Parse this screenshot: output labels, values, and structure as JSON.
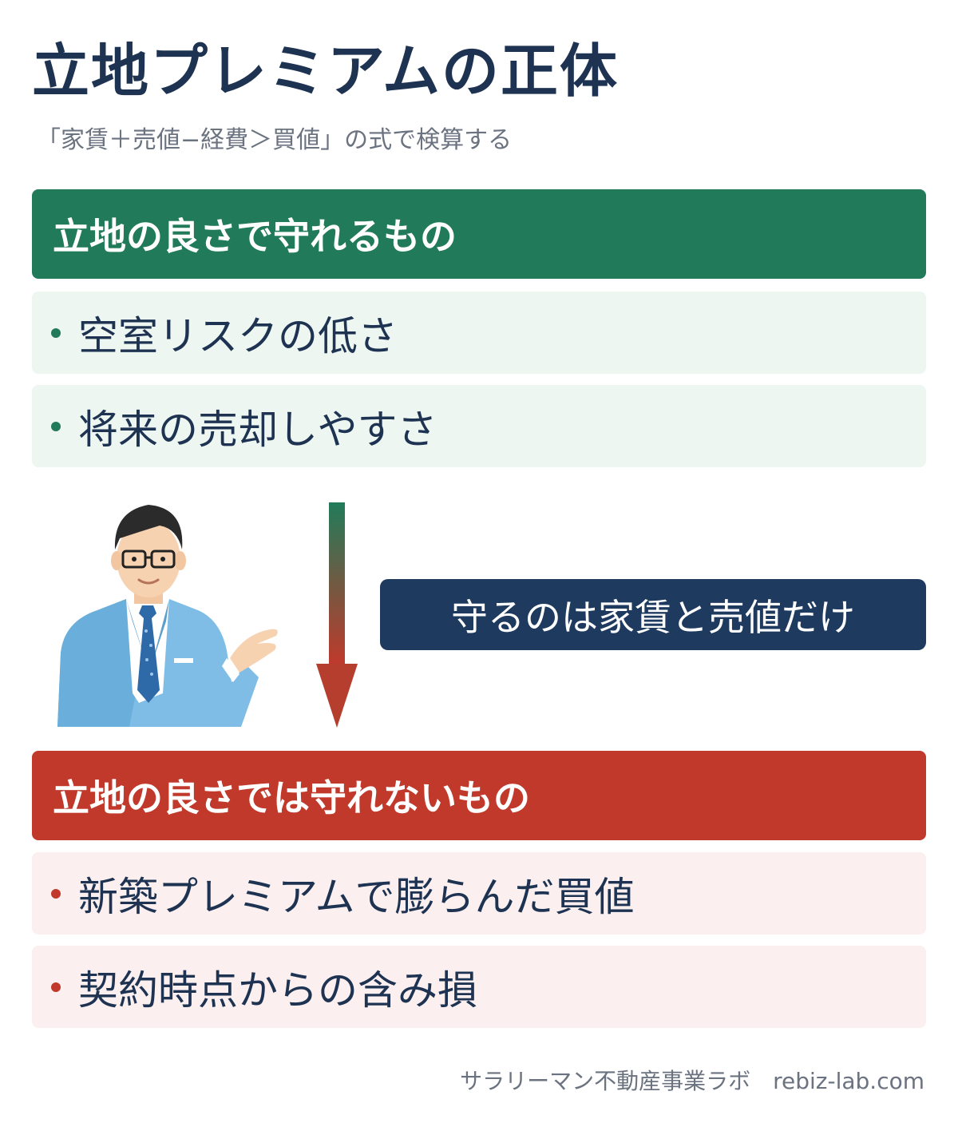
{
  "title": "立地プレミアムの正体",
  "subtitle": "「家賃＋売値−経費＞買値」の式で検算する",
  "protected": {
    "heading": "立地の良さで守れるもの",
    "items": [
      "空室リスクの低さ",
      "将来の売却しやすさ"
    ]
  },
  "note": "守るのは家賃と売値だけ",
  "not_protected": {
    "heading": "立地の良さでは守れないもの",
    "items": [
      "新築プレミアムで膨らんだ買値",
      "契約時点からの含み損"
    ]
  },
  "footer": {
    "brand": "サラリーマン不動産事業ラボ",
    "site": "rebiz-lab.com"
  },
  "colors": {
    "navy": "#1e3352",
    "green": "#217b5a",
    "red": "#c0392b",
    "note_bg": "#1e3a5f"
  },
  "icons": {
    "arrow": "down-arrow-icon",
    "person": "businessman-illustration"
  }
}
